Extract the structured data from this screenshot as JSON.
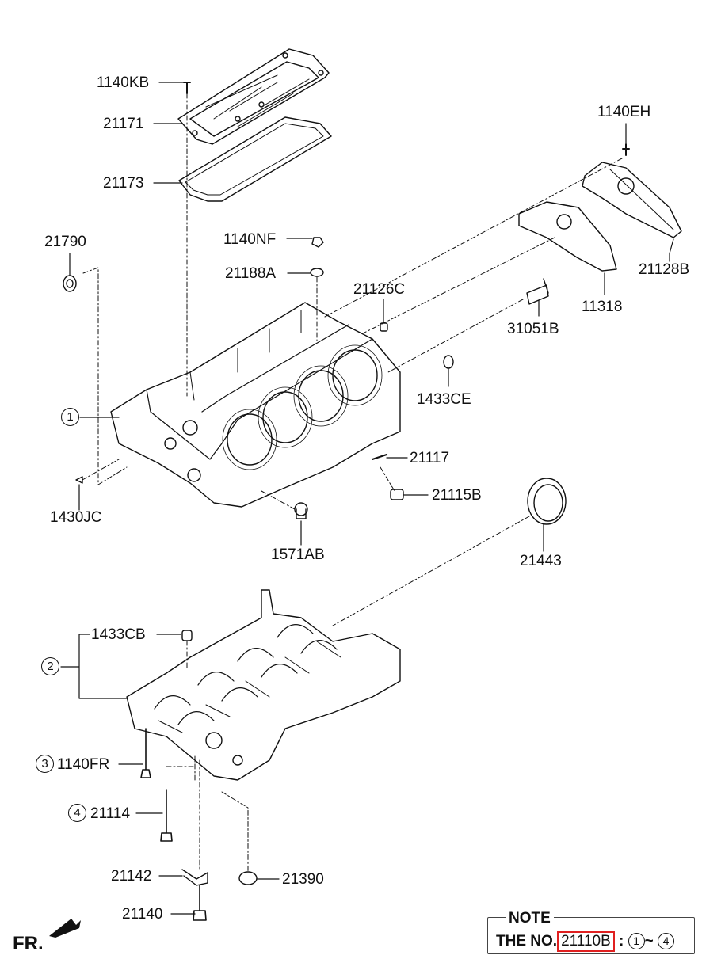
{
  "callouts": {
    "c1140KB": "1140KB",
    "c21171": "21171",
    "c21173": "21173",
    "c1140EH": "1140EH",
    "c21790": "21790",
    "c1140NF": "1140NF",
    "c21188A": "21188A",
    "c21126C": "21126C",
    "c21128B": "21128B",
    "c11318": "11318",
    "c31051B": "31051B",
    "c1433CE": "1433CE",
    "c21117": "21117",
    "c21115B": "21115B",
    "c1430JC": "1430JC",
    "c1571AB": "1571AB",
    "c21443": "21443",
    "c1433CB": "1433CB",
    "c1140FR": "1140FR",
    "c21114": "21114",
    "c21142": "21142",
    "c21390": "21390",
    "c21140": "21140"
  },
  "circled": {
    "n1": "1",
    "n2": "2",
    "n3": "3",
    "n4": "4"
  },
  "direction_label": "FR.",
  "note": {
    "title": "NOTE",
    "prefix": "THE NO.",
    "part_no": "21110B",
    "separator": ":",
    "range_start": "1",
    "tilde": "~",
    "range_end": "4",
    "highlight_color": "#e02020"
  }
}
